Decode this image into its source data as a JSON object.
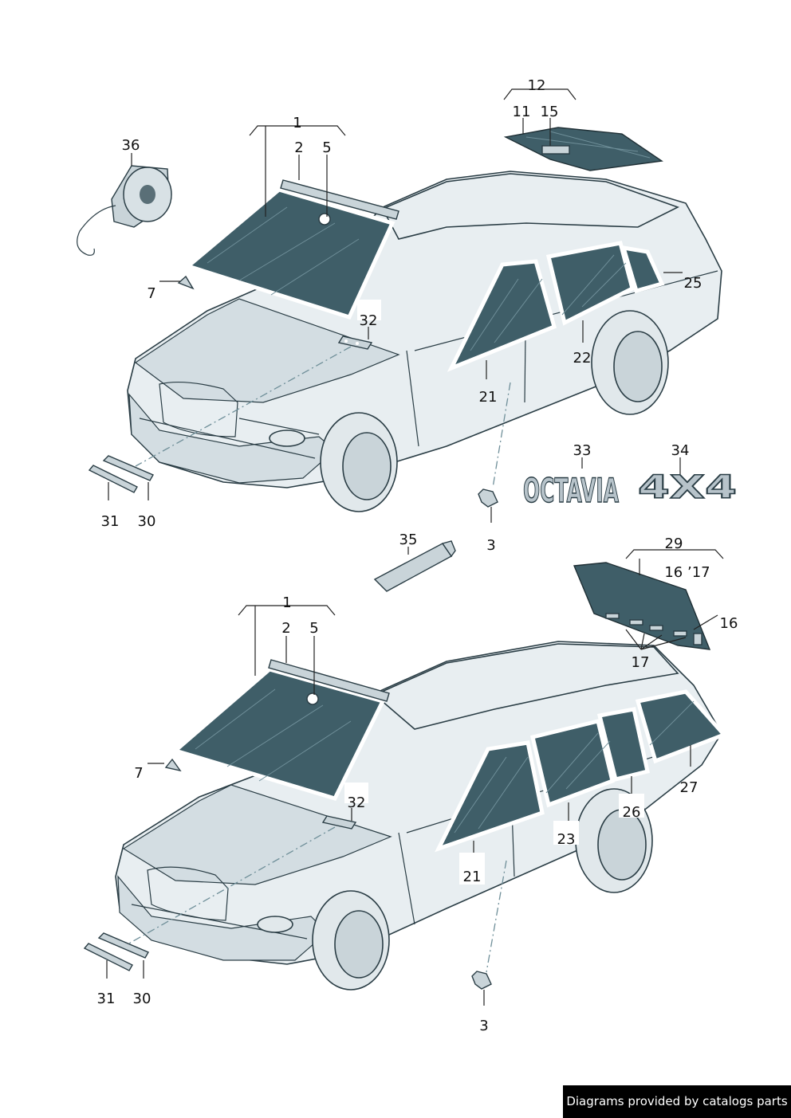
{
  "callouts": [
    {
      "id": "c1a",
      "text": "1"
    },
    {
      "id": "c2a",
      "text": "2"
    },
    {
      "id": "c5a",
      "text": "5"
    },
    {
      "id": "c7a",
      "text": "7"
    },
    {
      "id": "c11",
      "text": "11"
    },
    {
      "id": "c12",
      "text": "12"
    },
    {
      "id": "c15",
      "text": "15"
    },
    {
      "id": "c21a",
      "text": "21"
    },
    {
      "id": "c22",
      "text": "22"
    },
    {
      "id": "c25",
      "text": "25"
    },
    {
      "id": "c30a",
      "text": "30"
    },
    {
      "id": "c31a",
      "text": "31"
    },
    {
      "id": "c32a",
      "text": "32"
    },
    {
      "id": "c3a",
      "text": "3"
    },
    {
      "id": "c33",
      "text": "33"
    },
    {
      "id": "c34",
      "text": "34"
    },
    {
      "id": "c35",
      "text": "35"
    },
    {
      "id": "c36",
      "text": "36"
    },
    {
      "id": "c29",
      "text": "29"
    },
    {
      "id": "c1617",
      "text": "16 ’17"
    },
    {
      "id": "c16",
      "text": "16"
    },
    {
      "id": "c17",
      "text": "17"
    },
    {
      "id": "c1b",
      "text": "1"
    },
    {
      "id": "c2b",
      "text": "2"
    },
    {
      "id": "c5b",
      "text": "5"
    },
    {
      "id": "c7b",
      "text": "7"
    },
    {
      "id": "c32b",
      "text": "32"
    },
    {
      "id": "c21b",
      "text": "21"
    },
    {
      "id": "c23",
      "text": "23"
    },
    {
      "id": "c26",
      "text": "26"
    },
    {
      "id": "c27",
      "text": "27"
    },
    {
      "id": "c31b",
      "text": "31"
    },
    {
      "id": "c30b",
      "text": "30"
    },
    {
      "id": "c3b",
      "text": "3"
    }
  ],
  "badges": {
    "octavia": "OCTAVIA",
    "four_by_four": "4X4"
  },
  "footer": {
    "text": "Diagrams provided by catalogs parts"
  },
  "colors": {
    "glass": "#3f5e68",
    "body": "#e8eef1",
    "outline": "#2a3d45"
  }
}
